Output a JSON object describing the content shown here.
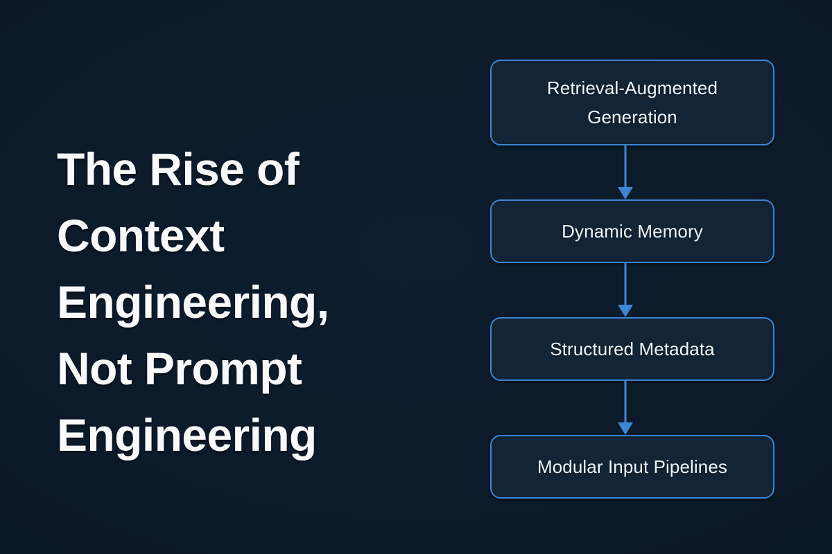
{
  "theme": {
    "background_color": "#0c1a29",
    "node_fill_color": "#132437",
    "accent_color": "#3d86d4",
    "text_color": "#f7f9fb"
  },
  "headline": {
    "text": "The Rise of Context Engineering, Not Prompt Engineering",
    "display_text": "The Rise of\nContext\nEngineering,\nNot Prompt\nEngineering",
    "lines": [
      "The Rise of",
      "Context",
      "Engineering,",
      "Not Prompt",
      "Engineering"
    ]
  },
  "diagram": {
    "type": "flowchart",
    "orientation": "vertical",
    "nodes": [
      {
        "id": "rag",
        "label": "Retrieval-Augmented Generation",
        "lines": [
          "Retrieval-Augmented",
          "Generation"
        ]
      },
      {
        "id": "dynamic-memory",
        "label": "Dynamic Memory",
        "lines": [
          "Dynamic Memory"
        ]
      },
      {
        "id": "structured-metadata",
        "label": "Structured Metadata",
        "lines": [
          "Structured Metadata"
        ]
      },
      {
        "id": "modular-input-pipelines",
        "label": "Modular Input Pipelines",
        "lines": [
          "Modular Input Pipelines"
        ]
      }
    ],
    "edges": [
      {
        "from": "rag",
        "to": "dynamic-memory",
        "arrow": "down"
      },
      {
        "from": "dynamic-memory",
        "to": "structured-metadata",
        "arrow": "down"
      },
      {
        "from": "structured-metadata",
        "to": "modular-input-pipelines",
        "arrow": "down"
      }
    ]
  }
}
